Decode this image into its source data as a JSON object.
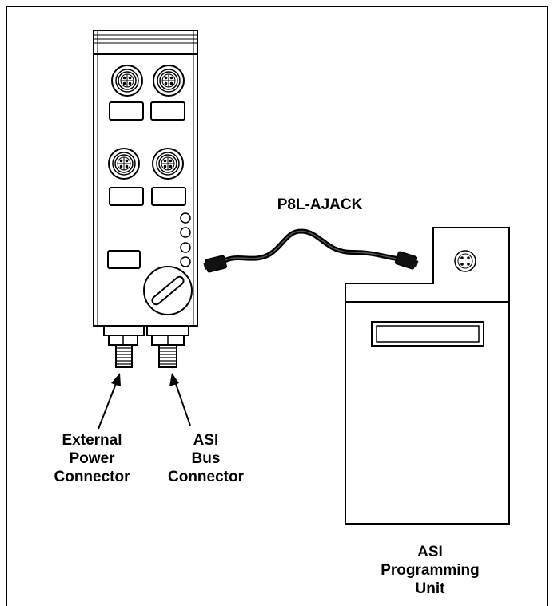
{
  "cable": {
    "label": "P8L-AJACK"
  },
  "labels": {
    "external_power": [
      "External",
      "Power",
      "Connector"
    ],
    "asi_bus": [
      "ASI",
      "Bus",
      "Connector"
    ],
    "programming_unit": [
      "ASI",
      "Programming",
      "Unit"
    ]
  },
  "colors": {
    "stroke": "#000000",
    "background": "#ffffff"
  }
}
